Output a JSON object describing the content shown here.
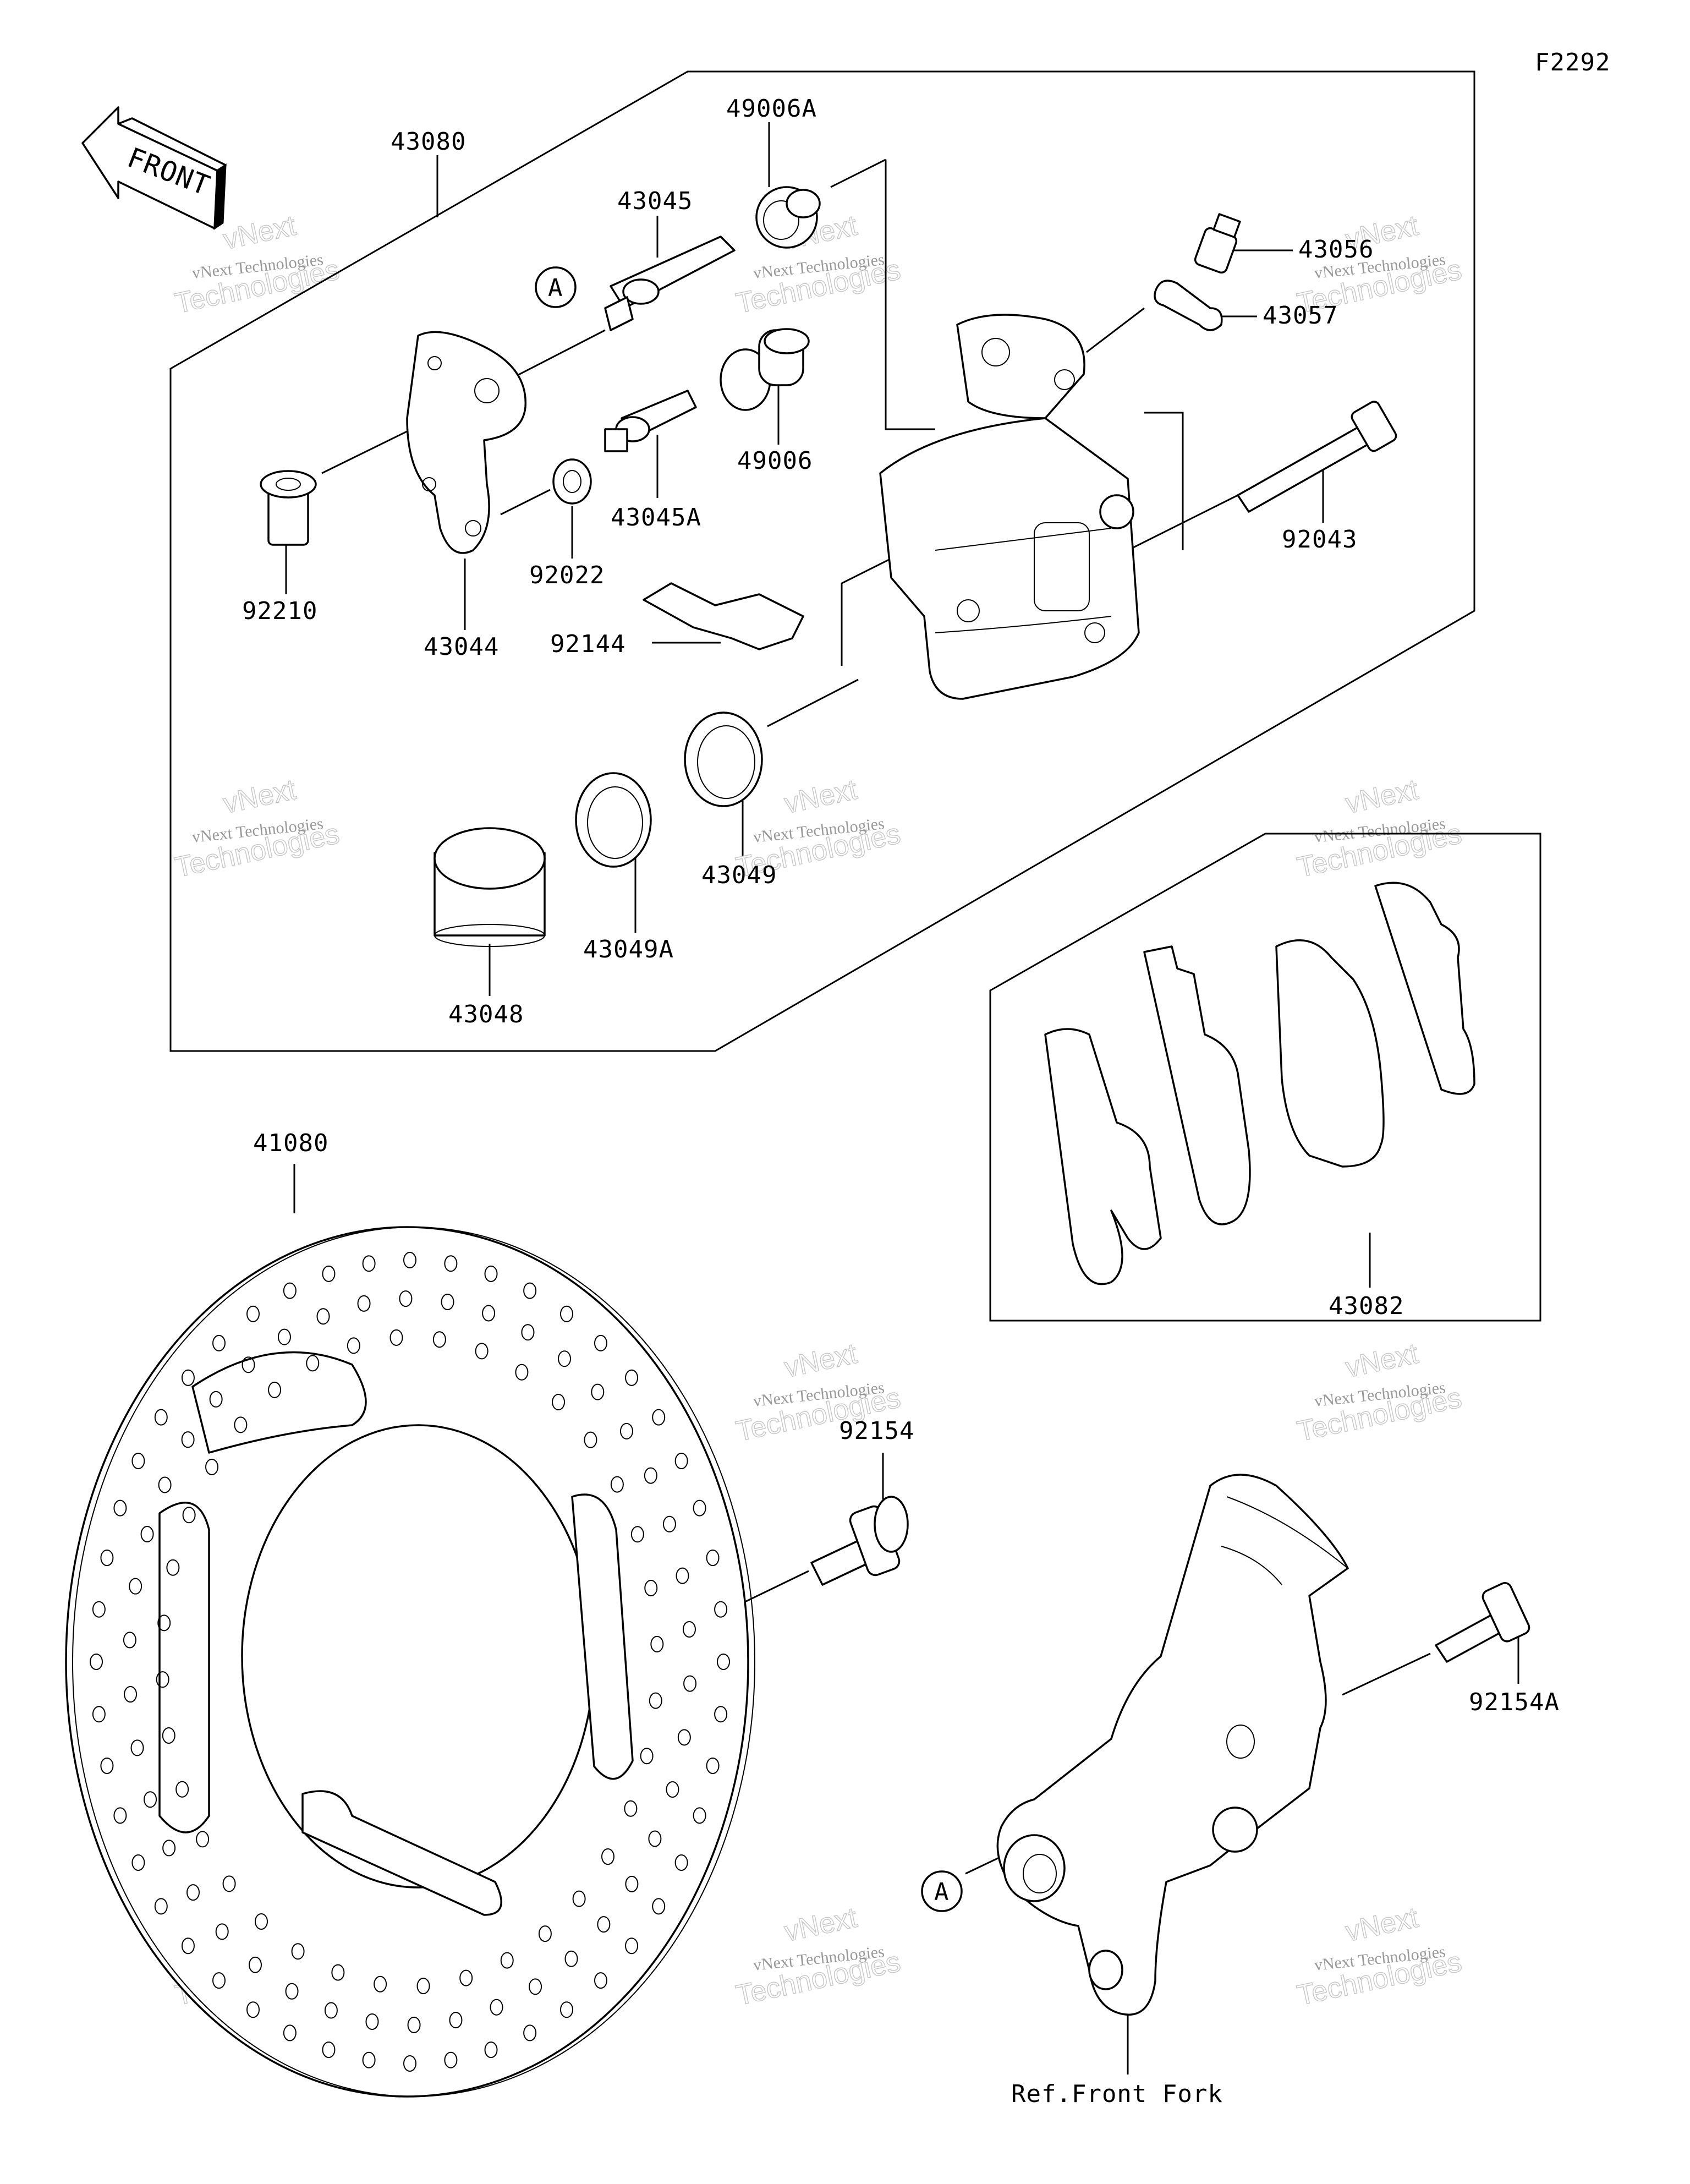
{
  "figure_code": "F2292",
  "front_label": "FRONT",
  "ref_label": "Ref.Front Fork",
  "callout_a": "A",
  "parts": [
    {
      "id": "43080"
    },
    {
      "id": "49006A"
    },
    {
      "id": "43045"
    },
    {
      "id": "43056"
    },
    {
      "id": "43057"
    },
    {
      "id": "49006"
    },
    {
      "id": "43045A"
    },
    {
      "id": "92043"
    },
    {
      "id": "92210"
    },
    {
      "id": "92022"
    },
    {
      "id": "43044"
    },
    {
      "id": "92144"
    },
    {
      "id": "43049"
    },
    {
      "id": "43049A"
    },
    {
      "id": "43048"
    },
    {
      "id": "41080"
    },
    {
      "id": "43082"
    },
    {
      "id": "92154"
    },
    {
      "id": "92154A"
    }
  ],
  "watermark": {
    "line1": "vNext Technologies",
    "line2": "Technologies",
    "line3": "vNext"
  }
}
